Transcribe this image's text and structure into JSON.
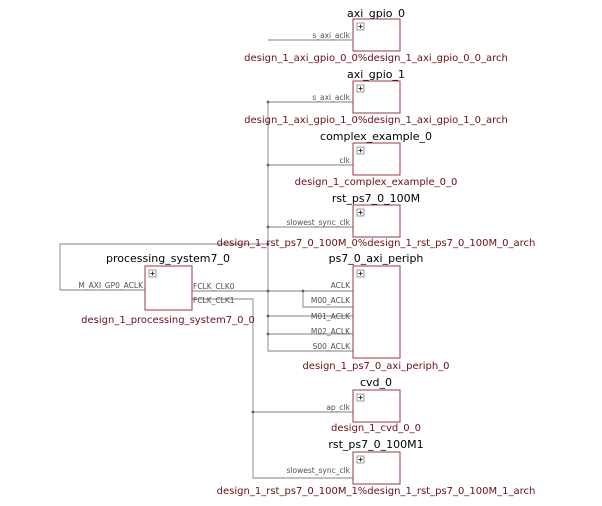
{
  "blocks": {
    "axi_gpio_0": {
      "title": "axi_gpio_0",
      "instance": "design_1_axi_gpio_0_0%design_1_axi_gpio_0_0_arch",
      "pins": [
        "s_axi_aclk"
      ]
    },
    "axi_gpio_1": {
      "title": "axi_gpio_1",
      "instance": "design_1_axi_gpio_1_0%design_1_axi_gpio_1_0_arch",
      "pins": [
        "s_axi_aclk"
      ]
    },
    "complex_example_0": {
      "title": "complex_example_0",
      "instance": "design_1_complex_example_0_0",
      "pins": [
        "clk"
      ]
    },
    "rst_ps7_0_100M": {
      "title": "rst_ps7_0_100M",
      "instance": "design_1_rst_ps7_0_100M_0%design_1_rst_ps7_0_100M_0_arch",
      "pins": [
        "slowest_sync_clk"
      ]
    },
    "processing_system7_0": {
      "title": "processing_system7_0",
      "instance": "design_1_processing_system7_0_0",
      "in_pins": [
        "M_AXI_GP0_ACLK"
      ],
      "out_pins": [
        "FCLK_CLK0",
        "FCLK_CLK1"
      ]
    },
    "ps7_0_axi_periph": {
      "title": "ps7_0_axi_periph",
      "instance": "design_1_ps7_0_axi_periph_0",
      "pins": [
        "ACLK",
        "M00_ACLK",
        "M01_ACLK",
        "M02_ACLK",
        "S00_ACLK"
      ]
    },
    "cvd_0": {
      "title": "cvd_0",
      "instance": "design_1_cvd_0_0",
      "pins": [
        "ap_clk"
      ]
    },
    "rst_ps7_0_100M1": {
      "title": "rst_ps7_0_100M1",
      "instance": "design_1_rst_ps7_0_100M_1%design_1_rst_ps7_0_100M_1_arch",
      "pins": [
        "slowest_sync_clk"
      ]
    }
  },
  "icons": {
    "expand": "plus-box-icon"
  },
  "colors": {
    "block_border": "#9a3a3e",
    "instance_text": "#6b0f14",
    "net_line": "#808080"
  }
}
